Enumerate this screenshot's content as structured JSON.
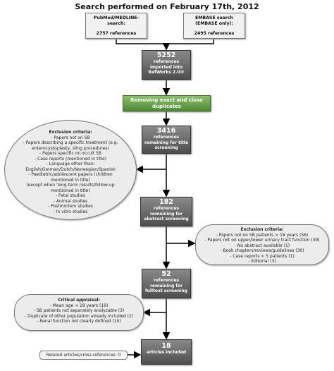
{
  "title": "Search performed on February 17th, 2012",
  "sources": {
    "pubmed": {
      "label_line1": "PubMed/MEDLINE-",
      "label_line2": "search:",
      "count": "2757 references"
    },
    "embase": {
      "label_line1": "EMBASE search",
      "label_line2": "(EMBASE only):",
      "count": "2495 references"
    }
  },
  "steps": {
    "imported": {
      "number": "5252",
      "line1": "references",
      "line2": "imported into",
      "line3": "RefWorks 2.0®"
    },
    "duplicates": {
      "line1": "Removing exact and close",
      "line2": "duplicates"
    },
    "title_screening": {
      "number": "3416",
      "line1": "references",
      "line2": "remaining for title",
      "line3": "screening"
    },
    "abstract_screening": {
      "number": "182",
      "line1": "references",
      "line2": "remaining for",
      "line3": "abstract screening"
    },
    "fulltext_screening": {
      "number": "52",
      "line1": "references",
      "line2": "remaining for",
      "line3": "fulltext screening"
    },
    "included": {
      "number": "18",
      "line1": "articles included"
    }
  },
  "exclusion1": {
    "heading": "Exclusion criteria:",
    "lines": [
      "- Papers not on SB",
      "- Papers describing a specific treatment (e.g.",
      "enterocystoplasty, sling procedures)",
      "- Papers specific on occult SB",
      "- Case reports (mentioned in title)",
      "- Language other than:",
      "English/German/Dutch/Norwegian/Spanish",
      "- Paediatric/adolescent papers (children",
      "mentioned in title)",
      "(except when 'long-term results/follow-up",
      "mentioned in title)",
      "- Fetal studies",
      "- Animal studies",
      "- Postmortem studies",
      "- In vitro studies"
    ]
  },
  "exclusion2": {
    "heading": "Exclusion criteria:",
    "lines": [
      "- Papers not on SB patients > 18 years (56)",
      "- Papers not on upper/lower urinary tract function (39)",
      "- No abstract available (1)",
      "- Book chapters/reviews/guidelines (30)",
      "- Case reports < 5 patients (1)",
      "- Editorial (3)"
    ]
  },
  "appraisal": {
    "heading": "Critical appraisal:",
    "lines": [
      "- Mean age < 18 years (19)",
      "- SB patients not separately analyzable (3)",
      "- Duplicate of other population already included (2)",
      "- Renal function not clearly defined (10)"
    ]
  },
  "related": {
    "label": "Related articles/cross-references: 0"
  },
  "colors": {
    "dark_box": "#5c5c5c",
    "green_box": "#5f9a45",
    "oval_fill": "#ececec",
    "arrow": "#000000"
  }
}
